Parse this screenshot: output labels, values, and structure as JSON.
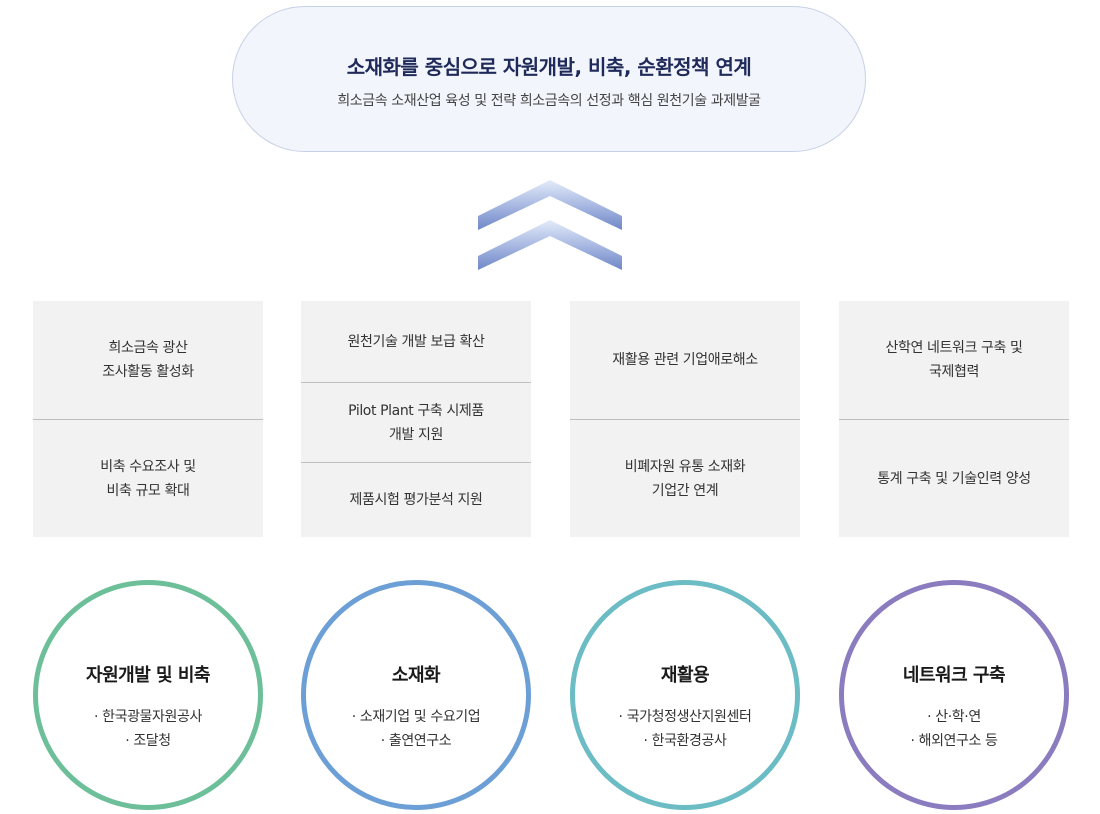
{
  "header": {
    "title": "소재화를 중심으로 자원개발, 비축, 순환정책 연계",
    "subtitle": "희소금속 소재산업 육성 및 전략 희소금속의 선정과 핵심 원천기술 과제발굴"
  },
  "columns": [
    {
      "cells": [
        "희소금속 광산\n조사활동 활성화",
        "비축 수요조사 및\n비축 규모 확대"
      ]
    },
    {
      "cells": [
        "원천기술 개발 보급 확산",
        "Pilot Plant 구축 시제품\n개발 지원",
        "제품시험 평가분석 지원"
      ]
    },
    {
      "cells": [
        "재활용 관련 기업애로해소",
        "비폐자원 유통 소재화\n기업간 연계"
      ]
    },
    {
      "cells": [
        "산학연 네트워크 구축 및\n국제협력",
        "통계 구축 및 기술인력 양성"
      ]
    }
  ],
  "circles": [
    {
      "title": "자원개발 및 비축",
      "items": [
        "· 한국광물자원공사",
        "· 조달청"
      ],
      "color": "#6dbf9a"
    },
    {
      "title": "소재화",
      "items": [
        "· 소재기업 및 수요기업",
        "· 출연연구소"
      ],
      "color": "#6c9fd6"
    },
    {
      "title": "재활용",
      "items": [
        "· 국가청정생산지원센터",
        "· 한국환경공사"
      ],
      "color": "#6bbcc4"
    },
    {
      "title": "네트워크 구축",
      "items": [
        "· 산·학·연",
        "· 해외연구소 등"
      ],
      "color": "#8b7cc0"
    }
  ],
  "icons": {
    "arrow": "double-chevron-up-icon"
  },
  "colors": {
    "pill_bg": "#f2f5fb",
    "box_bg": "#f2f2f2",
    "chevron": "#6f87c9"
  }
}
